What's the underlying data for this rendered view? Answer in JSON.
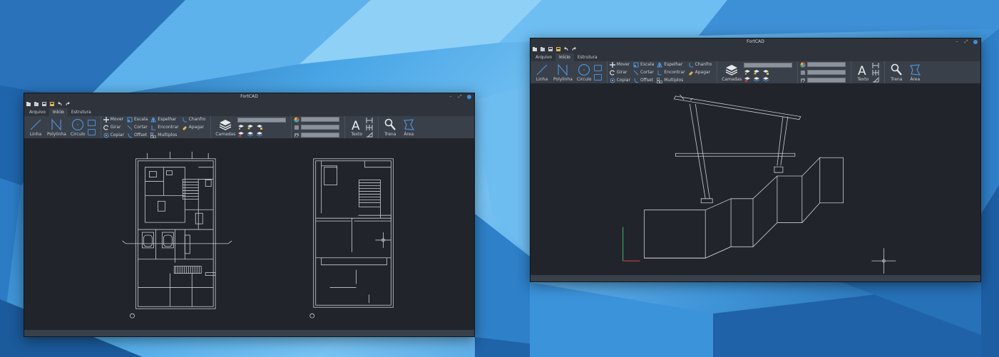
{
  "windows": [
    {
      "title": "FortCAD",
      "tabs": [
        {
          "label": "Arquivo",
          "active": false
        },
        {
          "label": "Início",
          "active": true
        },
        {
          "label": "Estrutura",
          "active": false
        }
      ],
      "draw_tools": {
        "line": "Linha",
        "polyline": "Polylinha",
        "circle": "Circulo"
      },
      "modify_tools": {
        "move": "Mover",
        "rotate": "Girar",
        "copy": "Copiar",
        "scale": "Escala",
        "trim": "Cortar",
        "offset": "Offset",
        "mirror": "Espelhar",
        "extend": "Encontrar",
        "multiple": "Multiplos",
        "chamfer": "Chanfro",
        "erase": "Apagar"
      },
      "layers_label": "Camadas",
      "text_label": "Texto",
      "measure_label": "Trena",
      "area_label": "Área"
    },
    {
      "title": "FortCAD",
      "tabs": [
        {
          "label": "Arquivo",
          "active": false
        },
        {
          "label": "Início",
          "active": true
        },
        {
          "label": "Estrutura",
          "active": false
        }
      ],
      "draw_tools": {
        "line": "Linha",
        "polyline": "Polylinha",
        "circle": "Circulo"
      },
      "modify_tools": {
        "move": "Mover",
        "rotate": "Girar",
        "copy": "Copiar",
        "scale": "Escala",
        "trim": "Cortar",
        "offset": "Offset",
        "mirror": "Espelhar",
        "extend": "Encontrar",
        "multiple": "Multiplos",
        "chamfer": "Chanfro",
        "erase": "Apagar"
      },
      "layers_label": "Camadas",
      "text_label": "Texto",
      "measure_label": "Trena",
      "area_label": "Área"
    }
  ],
  "colors": {
    "accent": "#4d8fd6",
    "canvas_bg": "#21252b",
    "ribbon_bg": "#3a4049",
    "close_button": "#3d8ee0"
  }
}
